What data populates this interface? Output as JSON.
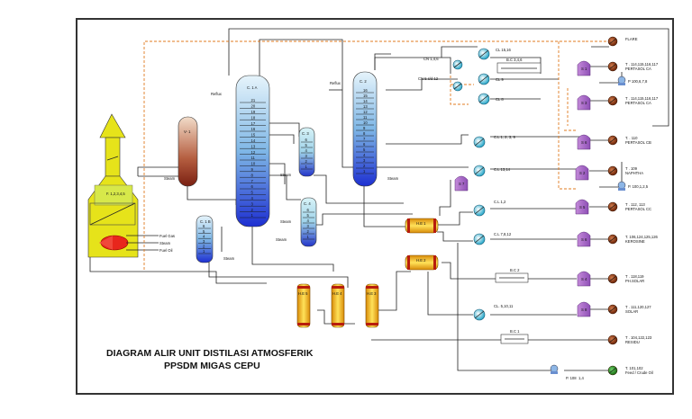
{
  "diagram": {
    "title_line1": "DIAGRAM ALIR UNIT DISTILASI ATMOSFERIK",
    "title_line2": "PPSDM MIGAS CEPU",
    "furnace_label": "F. 1,2,3,4,5",
    "furnace_inputs": [
      "Fuel Gas",
      "Steam",
      "Fuel Oil"
    ],
    "steam": "Steam",
    "reflux": "Reflux",
    "columns": {
      "v1": "V- 1",
      "c1a": "C. 1 A",
      "c1b": "C. 1 B",
      "c2": "C. 2",
      "c3": "C. 3",
      "c4": "C. 4"
    },
    "c1a_trays": [
      "21",
      "20",
      "19",
      "18",
      "17",
      "16",
      "15",
      "14",
      "13",
      "12",
      "11",
      "10",
      "9",
      "8",
      "7",
      "6",
      "5",
      "4",
      "3",
      "2",
      "1"
    ],
    "c2_trays": [
      "16",
      "15",
      "14",
      "13",
      "12",
      "11",
      "10",
      "9",
      "8",
      "7",
      "6",
      "5",
      "4",
      "3",
      "2",
      "1"
    ],
    "small_trays": [
      "6",
      "5",
      "4",
      "3",
      "2",
      "1"
    ],
    "heat_exchangers": [
      "H.E 1",
      "H.E 2",
      "H.E 5",
      "H.E 4",
      "H.E 3"
    ],
    "coolers": [
      "CL 15,16",
      "CL 9",
      "CL 8",
      "C.L 1, 2, 3, 9",
      "C.L 13,14",
      "C.L 1,2",
      "C.L 7,8,12",
      "CL. 5,10,11"
    ],
    "condensers": [
      "CN 1,4,6",
      "CN 5 s/d 12"
    ],
    "boxes": [
      "B.C 3,4,6",
      "B.C 2",
      "B.C 1"
    ],
    "separators": [
      "S 1",
      "S 3",
      "S 6",
      "S 2",
      "S 5",
      "S 6",
      "S 4",
      "S 8",
      "S 7",
      "S 9",
      "S 8"
    ],
    "pumps": [
      "P 100,6,7,8",
      "P. 100,1,2,5",
      "P. 108",
      "1,4"
    ],
    "products": [
      "FLARE",
      "T . 114,115,116,117\nPERTASOL CA",
      "T . 114,115,116,117\nPERTASOL CA",
      "T. . 110\nPERTASOL CB",
      "T . 109\nNAPHTHA",
      "T . 112, 113\nPERTASOL CC",
      "T. 106,124,125,126\nKEROSINE",
      "T . 118,119\nPH.SOLAR",
      "T . 111,120,127\nSOLAR",
      "T . 104,122,123\nRESIDU",
      "T. 101,102\nFeed / Crude Oil"
    ]
  }
}
